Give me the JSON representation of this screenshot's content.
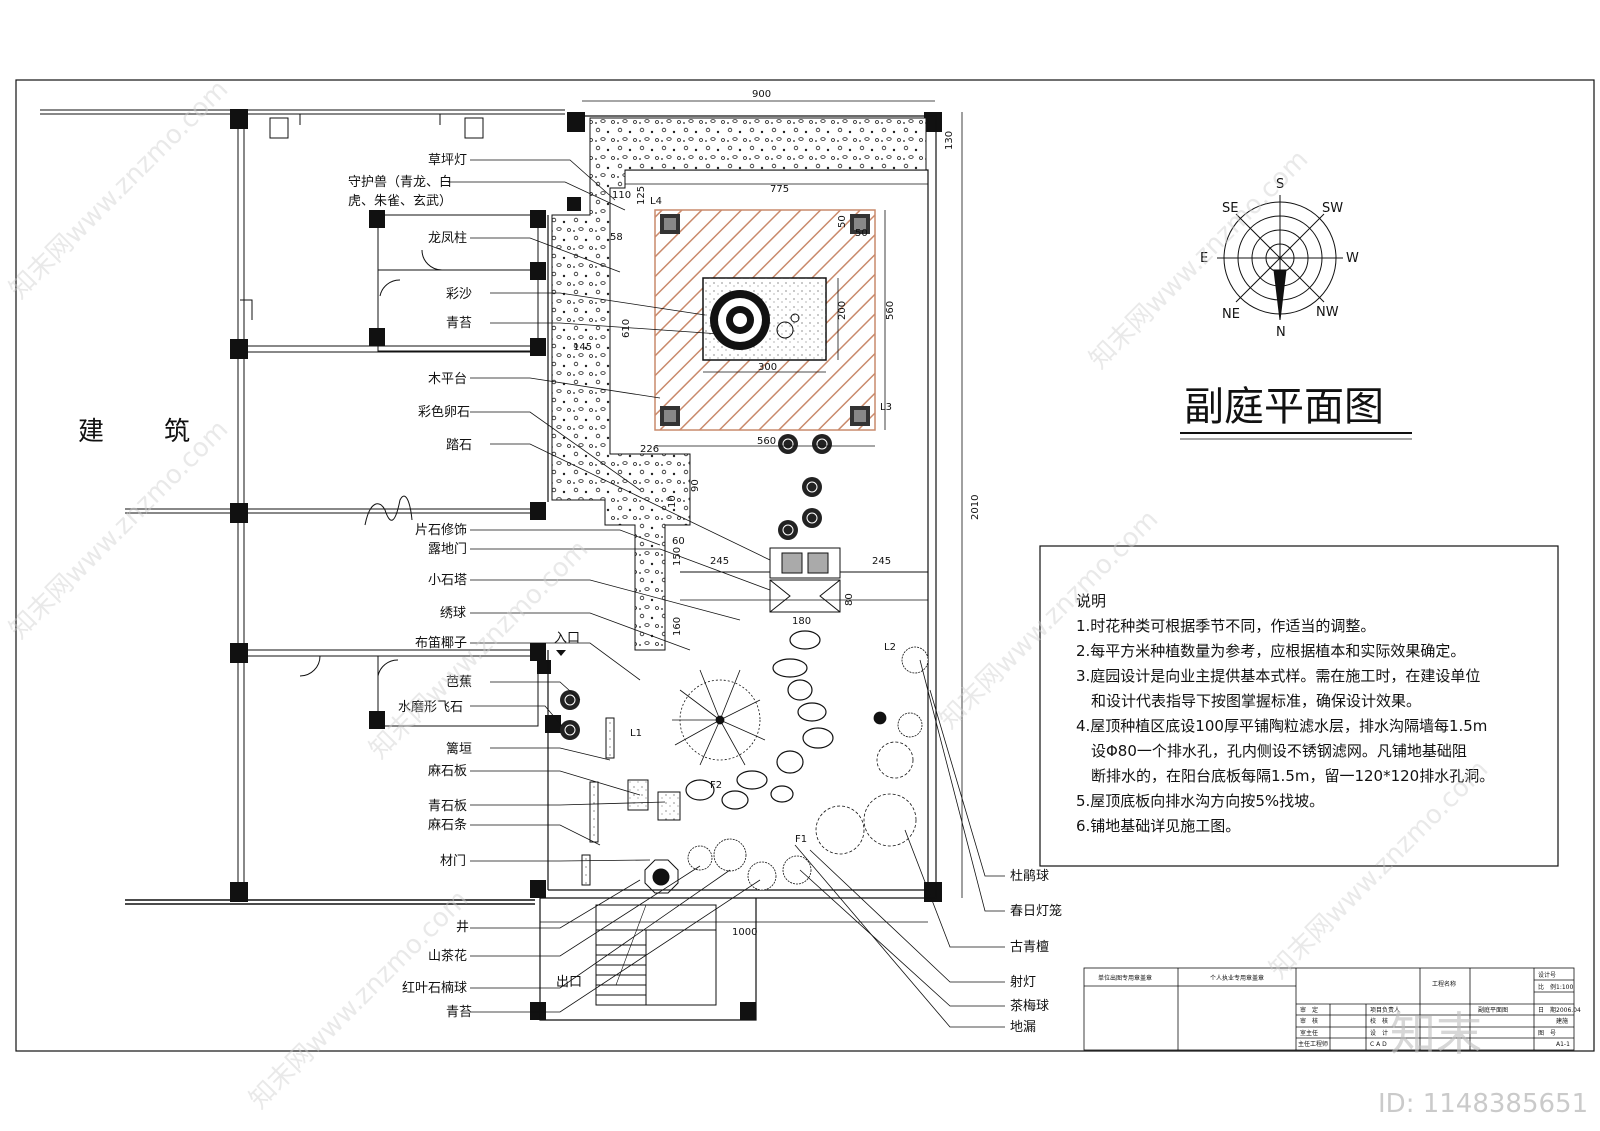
{
  "drawing": {
    "title": "副庭平面图",
    "building_label_1": "建",
    "building_label_2": "筑",
    "entrance": "入口",
    "exit": "出口",
    "left_labels": [
      "草坪灯",
      "守护兽（青龙、白",
      "虎、朱雀、玄武）",
      "龙凤柱",
      "彩沙",
      "青苔",
      "木平台",
      "彩色卵石",
      "踏石",
      "片石修饰",
      "露地门",
      "小石塔",
      "绣球",
      "布笛椰子",
      "芭蕉",
      "水磨形飞石",
      "篱垣",
      "麻石板",
      "青石板",
      "麻石条",
      "材门",
      "井",
      "山茶花",
      "红叶石楠球",
      "青苔"
    ],
    "right_labels": [
      "杜鹃球",
      "春日灯笼",
      "古青檀",
      "射灯",
      "茶梅球",
      "地漏"
    ],
    "dimensions": [
      "900",
      "130",
      "775",
      "125",
      "110",
      "58",
      "50",
      "50",
      "560",
      "200",
      "300",
      "610",
      "145",
      "226",
      "560",
      "90",
      "60",
      "245",
      "245",
      "150",
      "80",
      "160",
      "180",
      "1000",
      "2010",
      "10"
    ],
    "light_tags": [
      "L4",
      "L3",
      "L2",
      "L1",
      "F2",
      "F1"
    ]
  },
  "compass": {
    "letters": [
      "S",
      "SW",
      "W",
      "NW",
      "N",
      "NE",
      "E",
      "SE"
    ]
  },
  "notes": {
    "heading": "说明",
    "lines": [
      "1.时花种类可根据季节不同，作适当的调整。",
      "2.每平方米种植数量为参考，应根据植本和实际效果确定。",
      "3.庭园设计是向业主提供基本式样。需在施工时，在建设单位",
      "　和设计代表指导下按图掌握标准，确保设计效果。",
      "4.屋顶种植区底设100厚平铺陶粒滤水层，排水沟隔墙每1.5m",
      "　设Φ80一个排水孔，孔内侧设不锈钢滤网。凡铺地基础阻",
      "　断排水的，在阳台底板每隔1.5m，留一120*120排水孔洞。",
      "5.屋顶底板向排水沟方向按5%找坡。",
      "6.铺地基础详见施工图。"
    ]
  },
  "title_block": {
    "seal_1": "单位出图专用章盖章",
    "seal_2": "个人执业专用章盖章",
    "rows": [
      "审　定",
      "审　核",
      "室主任",
      "主任工程师"
    ],
    "mid_rows": [
      "项目负责人",
      "校　核",
      "设　计",
      "C A D"
    ],
    "project": "工程名称",
    "right_rows": [
      "设计号",
      "比　例",
      "日　期",
      "图　号"
    ],
    "right_values": [
      "",
      "1:100",
      "2006.04",
      "建施"
    ],
    "sheet_no": "A1-1",
    "mid_value": "副庭平面图"
  },
  "watermark": {
    "site": "znzmo.com",
    "site_cn": "知末网www.znzmo.com",
    "logo": "知末",
    "id": "ID: 1148385651"
  }
}
